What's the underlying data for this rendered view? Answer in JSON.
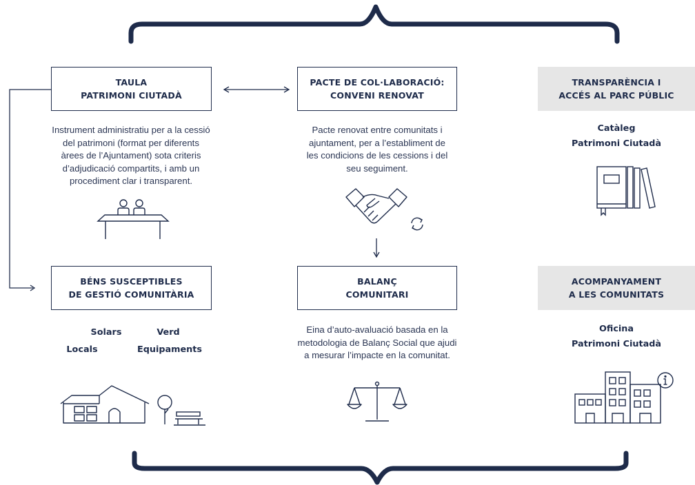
{
  "boxes": {
    "taula": {
      "line1": "TAULA",
      "line2": "PATRIMONI CIUTADÀ"
    },
    "pacte": {
      "line1": "PACTE DE COL·LABORACIÓ:",
      "line2": "CONVENI RENOVAT"
    },
    "bens": {
      "line1": "BÉNS SUSCEPTIBLES",
      "line2": "DE GESTIÓ COMUNITÀRIA"
    },
    "balanc": {
      "line1": "BALANÇ",
      "line2": "COMUNITARI"
    },
    "transparencia": {
      "line1": "TRANSPARÈNCIA I",
      "line2": "ACCÉS AL PARC PÚBLIC"
    },
    "acompanyament": {
      "line1": "ACOMPANYAMENT",
      "line2": "A LES COMUNITATS"
    }
  },
  "descriptions": {
    "taula": [
      "Instrument administratiu per a la cessió",
      "del patrimoni (format per diferents",
      "àrees de l’Ajuntament) sota criteris",
      "d’adjudicació compartits, i amb un",
      "procediment clar i transparent."
    ],
    "pacte": [
      "Pacte renovat entre comunitats i",
      "ajuntament, per a l’establiment de",
      "les condicions de les cessions i del",
      "seu seguiment."
    ],
    "balanc": [
      "Eina d’auto-avaluació basada en la",
      "metodologia de Balanç Social que ajudi",
      "a mesurar l’impacte en la comunitat."
    ]
  },
  "cataleg": {
    "line1": "Catàleg",
    "line2": "Patrimoni Ciutadà"
  },
  "oficina": {
    "line1": "Oficina",
    "line2": "Patrimoni Ciutadà"
  },
  "bens_types": {
    "solars": "Solars",
    "verd": "Verd",
    "locals": "Locals",
    "equipaments": "Equipaments"
  },
  "icons": [
    "meeting-table-icon",
    "handshake-icon",
    "refresh-icon",
    "book-catalog-icon",
    "house-icon",
    "tree-icon",
    "bench-icon",
    "balance-scale-icon",
    "office-building-icon",
    "info-icon"
  ],
  "colors": {
    "navy": "#1e2b4a",
    "grey_box": "#e6e6e6"
  }
}
